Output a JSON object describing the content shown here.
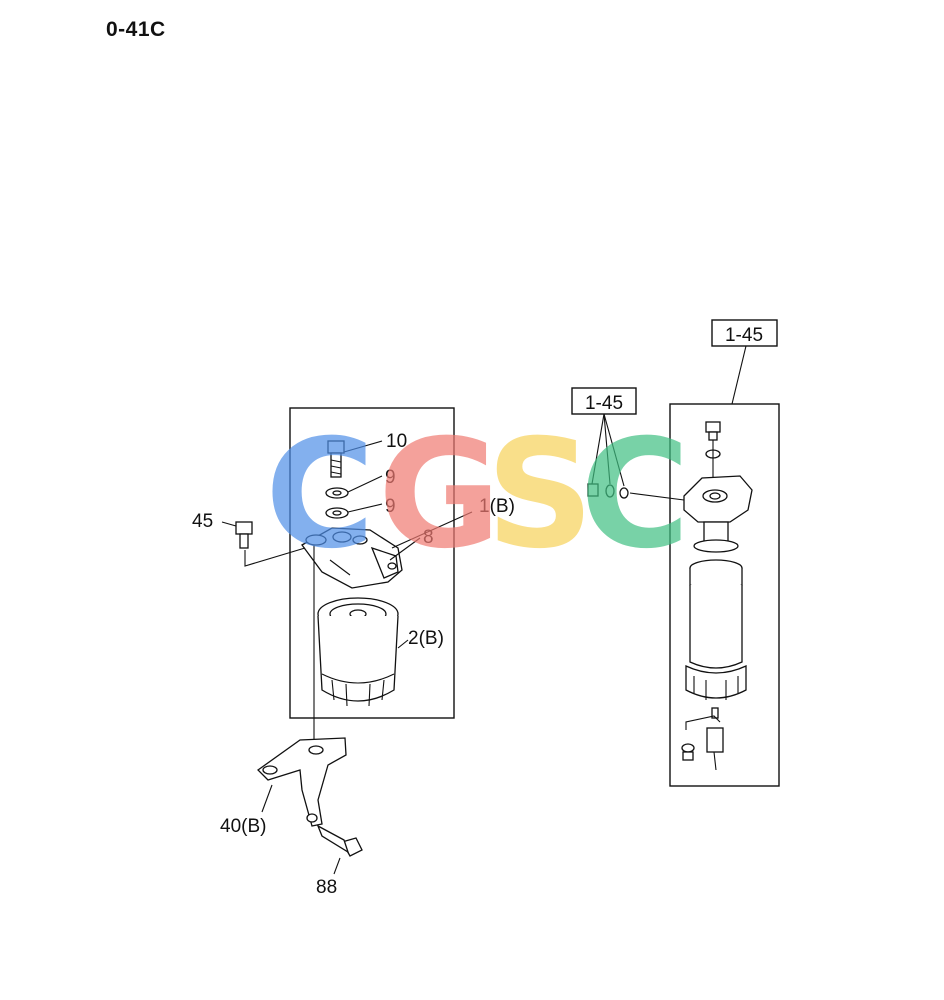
{
  "page_code": "0-41C",
  "callouts": {
    "c10": "10",
    "c9a": "9",
    "c9b": "9",
    "c1b": "1(B)",
    "c8": "8",
    "c45": "45",
    "c2b": "2(B)",
    "c40b": "40(B)",
    "c88": "88",
    "box_ref_top": "1-45",
    "box_ref_mid": "1-45"
  },
  "watermark": {
    "letters": [
      "C",
      "G",
      "S",
      "C"
    ],
    "colors": [
      "#4f8fe8",
      "#f07a72",
      "#f7d25a",
      "#3fbf82"
    ]
  }
}
